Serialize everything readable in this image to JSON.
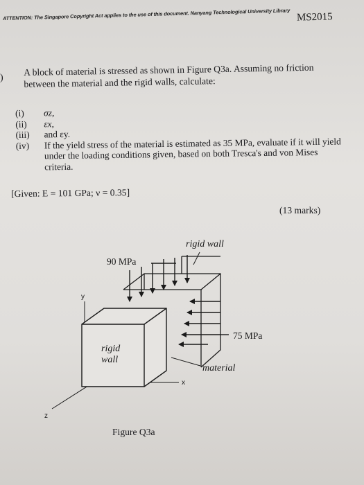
{
  "header": {
    "copyright_notice": "ATTENTION: The Singapore Copyright Act applies to the use of this document. Nanyang Technological University Library",
    "paper_code": "MS2015"
  },
  "question": {
    "number": ")",
    "text": "A block of material is stressed as shown in Figure Q3a. Assuming no friction between the material and the rigid walls, calculate:",
    "parts": [
      {
        "num": "(i)",
        "text": "σz,"
      },
      {
        "num": "(ii)",
        "text": "εx,"
      },
      {
        "num": "(iii)",
        "text": "and εy."
      },
      {
        "num": "(iv)",
        "text": "If the yield stress of the material is estimated as 35 MPa, evaluate if it will yield under the loading conditions given, based on both Tresca's and von Mises criteria."
      }
    ],
    "given": "[Given: E = 101 GPa; ν = 0.35]",
    "marks": "(13 marks)"
  },
  "figure": {
    "caption": "Figure Q3a",
    "labels": {
      "rigid_wall_top": "rigid wall",
      "stress_top": "90 MPa",
      "stress_side": "75 MPa",
      "material": "material",
      "rigid_wall_front_1": "rigid",
      "rigid_wall_front_2": "wall",
      "axis_y": "y",
      "axis_x": "x",
      "axis_z": "z"
    }
  }
}
